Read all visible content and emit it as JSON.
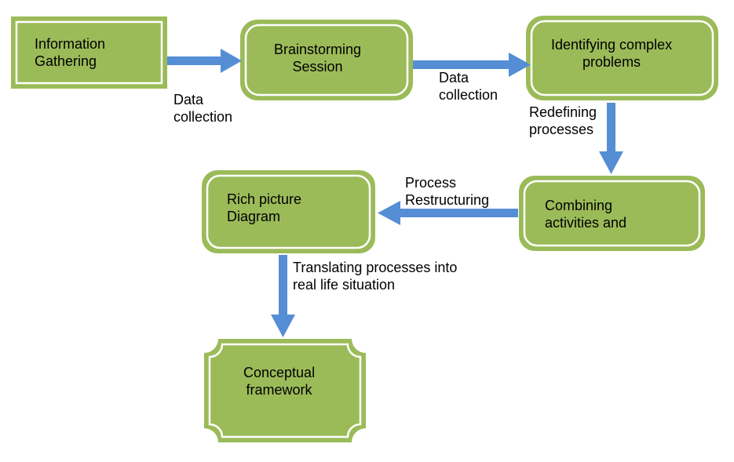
{
  "diagram": {
    "colors": {
      "node_fill": "#9bbb59",
      "node_inner_border": "#ffffff",
      "arrow": "#558ed5",
      "text": "#000000",
      "background": "#ffffff"
    },
    "nodes": [
      {
        "id": "information-gathering",
        "shape": "rectangle",
        "lines": [
          "Information",
          "Gathering"
        ]
      },
      {
        "id": "brainstorming-session",
        "shape": "rounded-rectangle",
        "lines": [
          "Brainstorming",
          "Session"
        ]
      },
      {
        "id": "identifying-complex-problems",
        "shape": "rounded-rectangle",
        "lines": [
          "Identifying complex",
          "problems"
        ]
      },
      {
        "id": "combining-activities",
        "shape": "rounded-rectangle",
        "lines": [
          "Combining",
          "activities and"
        ]
      },
      {
        "id": "rich-picture-diagram",
        "shape": "rounded-rectangle",
        "lines": [
          "Rich picture",
          "Diagram"
        ]
      },
      {
        "id": "conceptual-framework",
        "shape": "plaque",
        "lines": [
          "Conceptual",
          "framework"
        ]
      }
    ],
    "edges": [
      {
        "from": "information-gathering",
        "to": "brainstorming-session",
        "lines": [
          "Data",
          "collection"
        ]
      },
      {
        "from": "brainstorming-session",
        "to": "identifying-complex-problems",
        "lines": [
          "Data",
          "collection"
        ]
      },
      {
        "from": "identifying-complex-problems",
        "to": "combining-activities",
        "lines": [
          "Redefining",
          "processes"
        ]
      },
      {
        "from": "combining-activities",
        "to": "rich-picture-diagram",
        "lines": [
          "Process",
          "Restructuring"
        ]
      },
      {
        "from": "rich-picture-diagram",
        "to": "conceptual-framework",
        "lines": [
          "Translating processes into",
          "real life situation"
        ]
      }
    ]
  }
}
